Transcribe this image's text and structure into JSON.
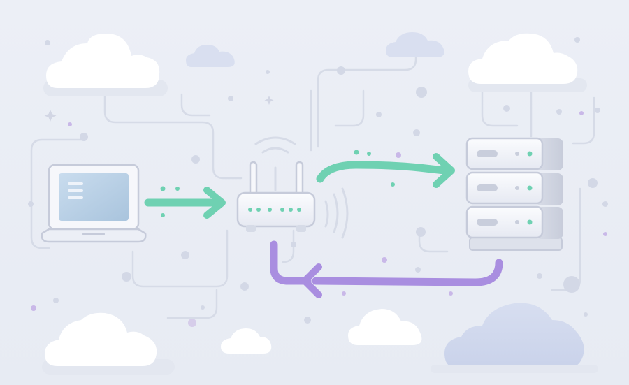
{
  "diagram": {
    "nodes": [
      {
        "id": "laptop",
        "type": "laptop-icon"
      },
      {
        "id": "router",
        "type": "wifi-router-icon"
      },
      {
        "id": "server",
        "type": "server-rack-icon"
      }
    ],
    "edges": [
      {
        "from": "laptop",
        "to": "router",
        "direction": "right",
        "color": "#6fd1b2"
      },
      {
        "from": "router",
        "to": "server",
        "direction": "right",
        "color": "#6fd1b2"
      },
      {
        "from": "server",
        "to": "router",
        "direction": "left",
        "color": "#a98ee0"
      }
    ]
  },
  "palette": {
    "background": "#eaedf5",
    "teal_accent": "#6fd1b2",
    "purple_accent": "#a98ee0",
    "device_body": "#f6f7fb",
    "device_outline": "#c6cbda",
    "screen": "#b7cfe4",
    "cloud_white": "#ffffff",
    "cloud_blue": "#d4dcef",
    "circuit_line": "#d6dbe7"
  }
}
